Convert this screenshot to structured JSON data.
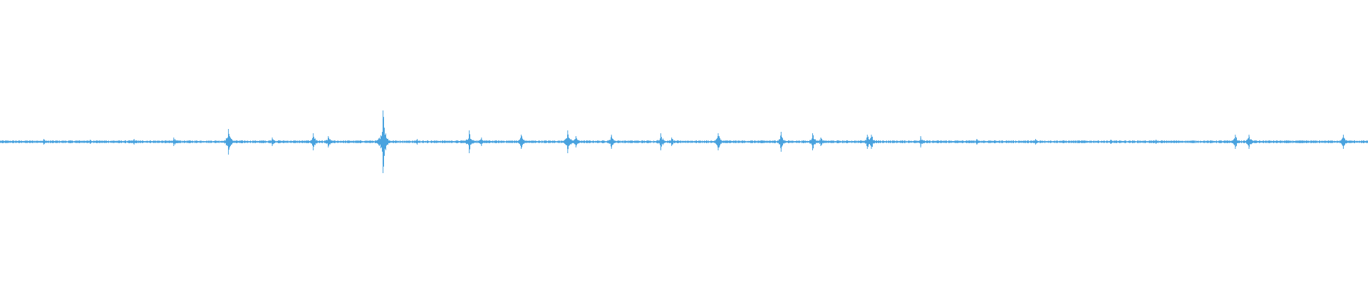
{
  "waveform": {
    "color": "#4aa3df",
    "background": "#ffffff",
    "baseline": 0,
    "amplitude_range": [
      -1,
      1
    ],
    "duration_fraction": [
      0,
      1
    ],
    "peaks": [
      {
        "t": 0.032,
        "a": 0.02
      },
      {
        "t": 0.066,
        "a": 0.015
      },
      {
        "t": 0.098,
        "a": 0.02
      },
      {
        "t": 0.127,
        "a": 0.03
      },
      {
        "t": 0.167,
        "a": 0.09
      },
      {
        "t": 0.199,
        "a": 0.03
      },
      {
        "t": 0.229,
        "a": 0.06
      },
      {
        "t": 0.24,
        "a": 0.04
      },
      {
        "t": 0.28,
        "a": 0.22
      },
      {
        "t": 0.305,
        "a": 0.02
      },
      {
        "t": 0.343,
        "a": 0.08
      },
      {
        "t": 0.352,
        "a": 0.03
      },
      {
        "t": 0.381,
        "a": 0.05
      },
      {
        "t": 0.415,
        "a": 0.08
      },
      {
        "t": 0.421,
        "a": 0.04
      },
      {
        "t": 0.447,
        "a": 0.05
      },
      {
        "t": 0.483,
        "a": 0.06
      },
      {
        "t": 0.491,
        "a": 0.03
      },
      {
        "t": 0.525,
        "a": 0.06
      },
      {
        "t": 0.571,
        "a": 0.07
      },
      {
        "t": 0.594,
        "a": 0.06
      },
      {
        "t": 0.6,
        "a": 0.03
      },
      {
        "t": 0.634,
        "a": 0.05
      },
      {
        "t": 0.637,
        "a": 0.05
      },
      {
        "t": 0.673,
        "a": 0.04
      },
      {
        "t": 0.714,
        "a": 0.02
      },
      {
        "t": 0.757,
        "a": 0.02
      },
      {
        "t": 0.812,
        "a": 0.015
      },
      {
        "t": 0.845,
        "a": 0.015
      },
      {
        "t": 0.903,
        "a": 0.05
      },
      {
        "t": 0.913,
        "a": 0.05
      },
      {
        "t": 0.982,
        "a": 0.05
      }
    ]
  }
}
